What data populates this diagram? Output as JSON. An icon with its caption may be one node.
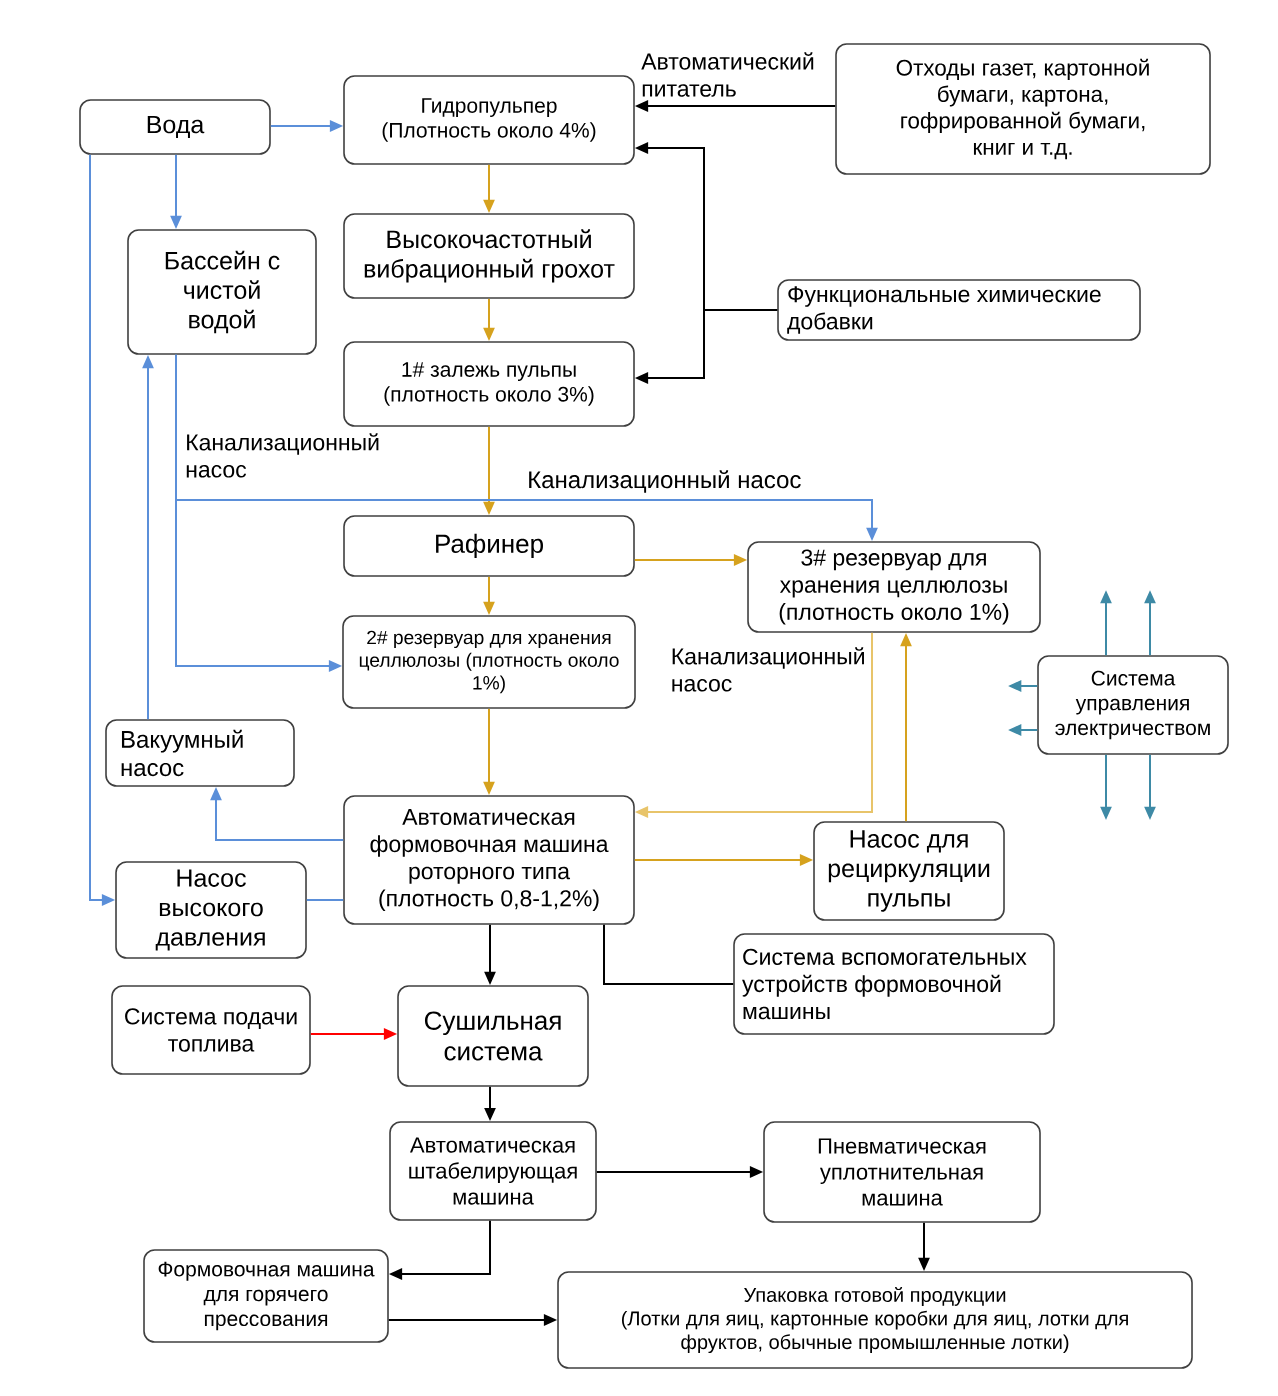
{
  "diagram": {
    "nodes": [
      {
        "text": [
          "Вода"
        ]
      },
      {
        "text": [
          "Гидропульпер",
          "(Плотность около 4%)"
        ]
      },
      {
        "text": [
          "Отходы газет, картонной бумаги, картона, гофрированной бумаги, книг и т.д."
        ]
      },
      {
        "text": [
          "Бассейн с чистой водой"
        ]
      },
      {
        "text": [
          "Высокочастотный вибрационный грохот"
        ]
      },
      {
        "text": [
          "1# залежь пульпы",
          "(плотность около 3%)"
        ]
      },
      {
        "text": [
          "Функциональные химические добавки"
        ]
      },
      {
        "text": [
          "Рафинер"
        ]
      },
      {
        "text": [
          "3# резервуар для хранения целлюлозы (плотность около 1%)"
        ]
      },
      {
        "text": [
          "2# резервуар для хранения целлюлозы (плотность около 1%)"
        ]
      },
      {
        "text": [
          "Система управления электричеством"
        ]
      },
      {
        "text": [
          "Вакуумный насос"
        ]
      },
      {
        "text": [
          "Автоматическая формовочная машина роторного типа (плотность 0,8-1,2%)"
        ]
      },
      {
        "text": [
          "Насос для рециркуляции пульпы"
        ]
      },
      {
        "text": [
          "Насос высокого давления"
        ]
      },
      {
        "text": [
          "Система вспомогательных устройств формовочной машины"
        ]
      },
      {
        "text": [
          "Система подачи топлива"
        ]
      },
      {
        "text": [
          "Сушильная система"
        ]
      },
      {
        "text": [
          "Автоматическая штабелирующая машина"
        ]
      },
      {
        "text": [
          "Пневматическая уплотнительная машина"
        ]
      },
      {
        "text": [
          "Формовочная машина для горячего прессования"
        ]
      },
      {
        "text": [
          "Упаковка готовой продукции",
          "(Лотки для яиц, картонные коробки для яиц, лотки для фруктов, обычные промышленные лотки)"
        ]
      }
    ],
    "edges": [
      {
        "from": 0,
        "to": 1,
        "arrow": "to",
        "color": "#5b8fd9"
      },
      {
        "from": 0,
        "to": 3,
        "arrow": "to",
        "color": "#5b8fd9"
      },
      {
        "from": 0,
        "to": 14,
        "arrow": "to",
        "color": "#5b8fd9"
      },
      {
        "from": 2,
        "to": 1,
        "arrow": "to",
        "label": "Автоматический питатель"
      },
      {
        "from": 6,
        "to": 1,
        "arrow": "to"
      },
      {
        "from": 6,
        "to": 5,
        "arrow": "to"
      },
      {
        "from": 1,
        "to": 4,
        "arrow": "to",
        "color": "#d6a21e"
      },
      {
        "from": 4,
        "to": 5,
        "arrow": "to",
        "color": "#d6a21e"
      },
      {
        "from": 5,
        "to": 7,
        "arrow": "to",
        "color": "#d6a21e"
      },
      {
        "from": 3,
        "to": 8,
        "arrow": "to",
        "color": "#5b8fd9",
        "label": "Канализационный насос"
      },
      {
        "from": 3,
        "to": 9,
        "arrow": "to",
        "color": "#5b8fd9",
        "label": "Канализационный насос"
      },
      {
        "from": 11,
        "to": 3,
        "arrow": "to",
        "color": "#5b8fd9"
      },
      {
        "from": 7,
        "to": 8,
        "arrow": "to",
        "color": "#d6a21e"
      },
      {
        "from": 7,
        "to": 9,
        "arrow": "to",
        "color": "#d6a21e"
      },
      {
        "from": 8,
        "to": 12,
        "arrow": "to",
        "color": "#e8c46a",
        "label": "Канализационный насос"
      },
      {
        "from": 9,
        "to": 12,
        "arrow": "to",
        "color": "#d6a21e"
      },
      {
        "from": 12,
        "to": 11,
        "arrow": "to",
        "color": "#5b8fd9"
      },
      {
        "from": 14,
        "to": 12,
        "arrow": "none",
        "color": "#5b8fd9"
      },
      {
        "from": 12,
        "to": 13,
        "arrow": "to",
        "color": "#d6a21e"
      },
      {
        "from": 13,
        "to": 8,
        "arrow": "to",
        "color": "#d6a21e"
      },
      {
        "from": 10,
        "to": null,
        "arrow": "to",
        "color": "#3e8aa6"
      },
      {
        "from": 10,
        "to": null,
        "arrow": "to",
        "color": "#3e8aa6"
      },
      {
        "from": 10,
        "to": null,
        "arrow": "to",
        "color": "#3e8aa6"
      },
      {
        "from": 10,
        "to": null,
        "arrow": "to",
        "color": "#3e8aa6"
      },
      {
        "from": 10,
        "to": null,
        "arrow": "to",
        "color": "#3e8aa6"
      },
      {
        "from": 10,
        "to": null,
        "arrow": "to",
        "color": "#3e8aa6"
      },
      {
        "from": 12,
        "to": 17,
        "arrow": "to"
      },
      {
        "from": 12,
        "to": 15,
        "arrow": "none"
      },
      {
        "from": 16,
        "to": 17,
        "arrow": "to",
        "color": "#ff0000"
      },
      {
        "from": 17,
        "to": 18,
        "arrow": "to"
      },
      {
        "from": 18,
        "to": 19,
        "arrow": "to"
      },
      {
        "from": 18,
        "to": 20,
        "arrow": "to"
      },
      {
        "from": 20,
        "to": 21,
        "arrow": "to"
      },
      {
        "from": 19,
        "to": 21,
        "arrow": "to"
      }
    ]
  }
}
